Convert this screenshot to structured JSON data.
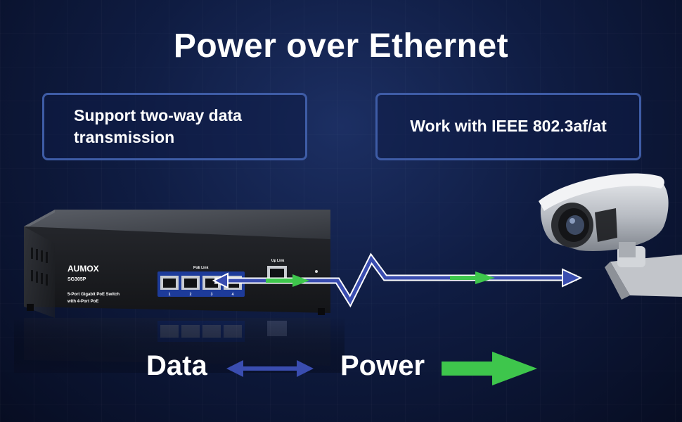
{
  "title": "Power over Ethernet",
  "features": {
    "left": "Support two-way data transmission",
    "right": "Work with IEEE 802.3af/at"
  },
  "device": {
    "brand": "AUMOX",
    "model": "SG305P",
    "description_line1": "5-Port Gigabit PoE Switch",
    "description_line2": "with 4-Port PoE",
    "poe_link_label": "PoE Link",
    "up_link_label": "Up Link",
    "port_labels": [
      "1",
      "2",
      "3",
      "4"
    ]
  },
  "legend": {
    "data_label": "Data",
    "power_label": "Power"
  },
  "colors": {
    "data_arrow": "#3a4db0",
    "power_arrow": "#3ec64c",
    "box_border": "#3e5ca6"
  },
  "icons": {
    "switch": "network-switch-icon",
    "camera": "security-camera-icon"
  }
}
